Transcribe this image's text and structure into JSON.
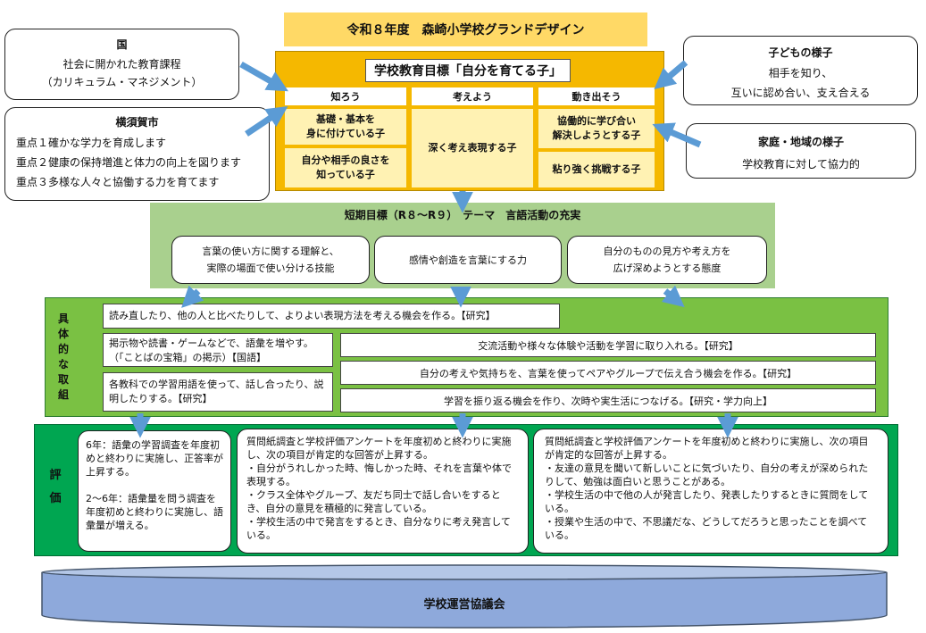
{
  "colors": {
    "title_yellow": "#ffd966",
    "goal_orange": "#f5b800",
    "goal_light": "#fff2b3",
    "short_green": "#a9d08e",
    "measures_green": "#7ac143",
    "eval_green": "#00a651",
    "arrow_blue": "#5b9bd5",
    "council_blue": "#8ea9db"
  },
  "header": {
    "title": "令和８年度　森崎小学校グランドデザイン"
  },
  "left_boxes": {
    "kuni": {
      "title": "国",
      "body": "社会に開かれた教育課程\n（カリキュラム・マネジメント）"
    },
    "city": {
      "title": "横須賀市",
      "items": [
        "重点１確かな学力を育成します",
        "重点２健康の保持増進と体力の向上を図ります",
        "重点３多様な人々と協働する力を育てます"
      ]
    }
  },
  "right_boxes": {
    "children": {
      "title": "子どもの様子",
      "body": "相手を知り、\n互いに認め合い、支え合える"
    },
    "home": {
      "title": "家庭・地域の様子",
      "body": "学校教育に対して協力的"
    }
  },
  "goal": {
    "title": "学校教育目標「自分を育てる子」",
    "columns": [
      {
        "header": "知ろう",
        "items": [
          "基礎・基本を\n身に付けている子",
          "自分や相手の良さを\n知っている子"
        ]
      },
      {
        "header": "考えよう",
        "items": [
          "深く考え表現する子"
        ]
      },
      {
        "header": "動き出そう",
        "items": [
          "協働的に学び合い\n解決しようとする子",
          "粘り強く挑戦する子"
        ]
      }
    ]
  },
  "short_term": {
    "title": "短期目標（R８～R９）　テーマ　言語活動の充実",
    "items": [
      "言葉の使い方に関する理解と、\n実際の場面で使い分ける技能",
      "感情や創造を言葉にする力",
      "自分のものの見方や考え方を\n広げ深めようとする態度"
    ]
  },
  "measures": {
    "label": "具\n体\n的\nな\n取\n組",
    "top": "読み直したり、他の人と比べたりして、よりよい表現方法を考える機会を作る。【研究】",
    "left": [
      "掲示物や読書・ゲームなどで、語彙を増やす。（「ことばの宝箱」の掲示）【国語】",
      "各教科での学習用語を使って、話し合ったり、説明したりする。【研究】"
    ],
    "right": [
      "交流活動や様々な体験や活動を学習に取り入れる。【研究】",
      "自分の考えや気持ちを、言葉を使ってペアやグループで伝え合う機会を作る。【研究】",
      "学習を振り返る機会を作り、次時や実生活につなげる。【研究・学力向上】"
    ]
  },
  "evaluation": {
    "label": "評\n価",
    "col1": "6年：語彙の学習調査を年度初めと終わりに実施し、正答率が上昇する。\n\n2～6年：語彙量を問う調査を年度初めと終わりに実施し、語彙量が増える。",
    "col2": "質問紙調査と学校評価アンケートを年度初めと終わりに実施し、次の項目が肯定的な回答が上昇する。\n・自分がうれしかった時、悔しかった時、それを言葉や体で表現する。\n・クラス全体やグループ、友だち同士で話し合いをするとき、自分の意見を積極的に発言している。\n・学校生活の中で発言をするとき、自分なりに考え発言している。",
    "col3": "質問紙調査と学校評価アンケートを年度初めと終わりに実施し、次の項目が肯定的な回答が上昇する。\n・友達の意見を聞いて新しいことに気づいたり、自分の考えが深められたりして、勉強は面白いと思うことがある。\n・学校生活の中で他の人が発言したり、発表したりするときに質問をしている。\n・授業や生活の中で、不思議だな、どうしてだろうと思ったことを調べている。"
  },
  "council": {
    "label": "学校運営協議会"
  }
}
